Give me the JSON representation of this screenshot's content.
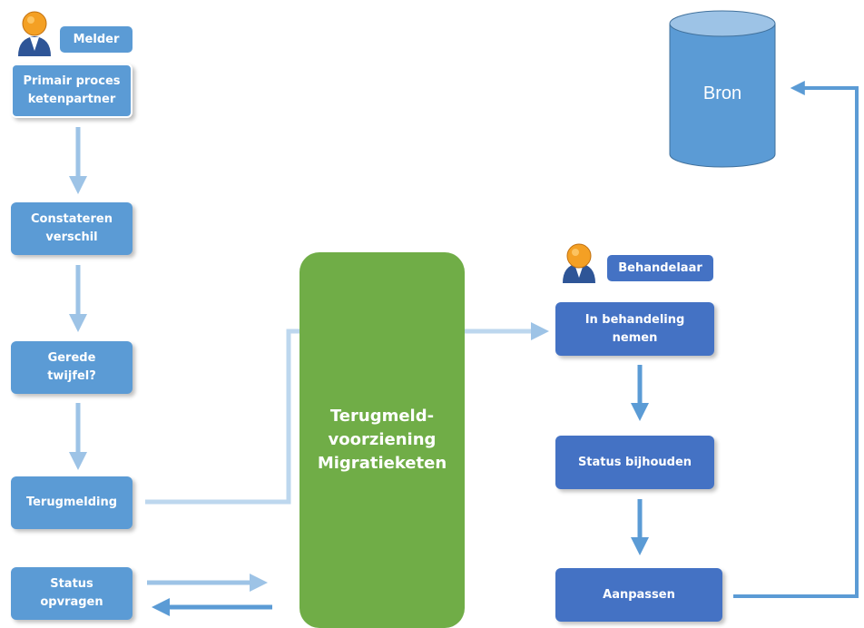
{
  "melder": {
    "label": "Melder"
  },
  "behandelaar": {
    "label": "Behandelaar"
  },
  "left_steps": [
    {
      "label": "Primair proces\nketenpartner"
    },
    {
      "label": "Constateren\nverschil"
    },
    {
      "label": "Gerede\ntwijfel?"
    },
    {
      "label": "Terugmelding"
    },
    {
      "label": "Status\nopvragen"
    }
  ],
  "center": {
    "label": "Terugmeld-\nvoorziening\nMigratieketen"
  },
  "right_steps": [
    {
      "label": "In behandeling\nnemen"
    },
    {
      "label": "Status bijhouden"
    },
    {
      "label": "Aanpassen"
    }
  ],
  "bron": {
    "label": "Bron"
  },
  "colors": {
    "left_box": "#5b9bd5",
    "right_box": "#4472c4",
    "center": "#70ad47",
    "arrow_light": "#9dc3e6",
    "arrow_mid": "#5b9bd5",
    "cylinder": "#5b9bd5"
  }
}
